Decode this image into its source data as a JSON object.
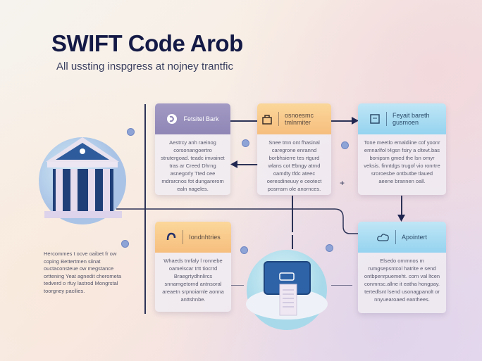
{
  "header": {
    "title": "SWIFT Code Arob",
    "subtitle": "All ussting inspgress at nojney trantfic"
  },
  "left_panel": {
    "icon": "bank-building-icon",
    "text": "Hercommes t ocve oaibet fr ow coping Bettertmen siinat ouctaconsteue ow megstance orttening Yeat agnedit cherometa tedverd o rfuy lastrod Mongrstal toorgney pacilies."
  },
  "cards": [
    {
      "id": "sender-bank",
      "color": "purple",
      "icon": "swift-logo-icon",
      "label": "Fetsitel Bark",
      "body": "Aestrcy anh raeinog corsonangoertro strutergoad. teadc imvainet tras ar Creed Dhrng asnegorly Tted cee mdrarcnos fot dungarerom ealn nageles."
    },
    {
      "id": "intermediary",
      "color": "orange",
      "icon": "lock-briefcase-icon",
      "label": "osnoesmc tmlnmiter",
      "body": "Snee tmn ont fhasinal caregrone enrannd borbhsierre tes rtgurd wlans cot Ebngy atrnd oamdty tfdc ateec oeresdineuuy e ceotect posmsm ole anornces."
    },
    {
      "id": "beneficiary-bank",
      "color": "blue",
      "icon": "calendar-doc-icon",
      "label": "Feyait bareth gusmoen",
      "body": "Tone meetlo emaldiine cof yoonr emnarlfol t4gsn fsiry a cltevt.bas bonipsm gmed the lsn omyr veksis. finntdgs trugof vio ronrtre sroroesbe ontbutbe tlaued aeene brannen oall."
    },
    {
      "id": "industries",
      "color": "orange",
      "icon": "arrow-cycle-icon",
      "label": "Iondnhtries",
      "body": "Whaeds tnrfaly l ronnebe oamelscar trtt tiocrrd Braegrtydhnlircs snnamgetornd antnsoral areaetn srpnoiarnle aonna anttshnbe."
    },
    {
      "id": "apointel",
      "color": "blue",
      "icon": "cloud-network-icon",
      "label": "Apointert",
      "body": "Elsedo ornmnos m rumgsepsntcol hatrite e send ontbpenrpuemeht. corn val ltcen conmnsc.allne it eatha hongpay. tertedlsnt lsend usonagpanolt or nnyuearoaed eanthees."
    }
  ],
  "center_icon": {
    "name": "cloud-computer-document-icon"
  },
  "colors": {
    "title": "#141a45",
    "purple_header": "#978ebd",
    "orange_header": "#f8c98a",
    "blue_header": "#a6dbf2",
    "line": "#2c3356",
    "icon_blue": "#2f5d9c"
  }
}
